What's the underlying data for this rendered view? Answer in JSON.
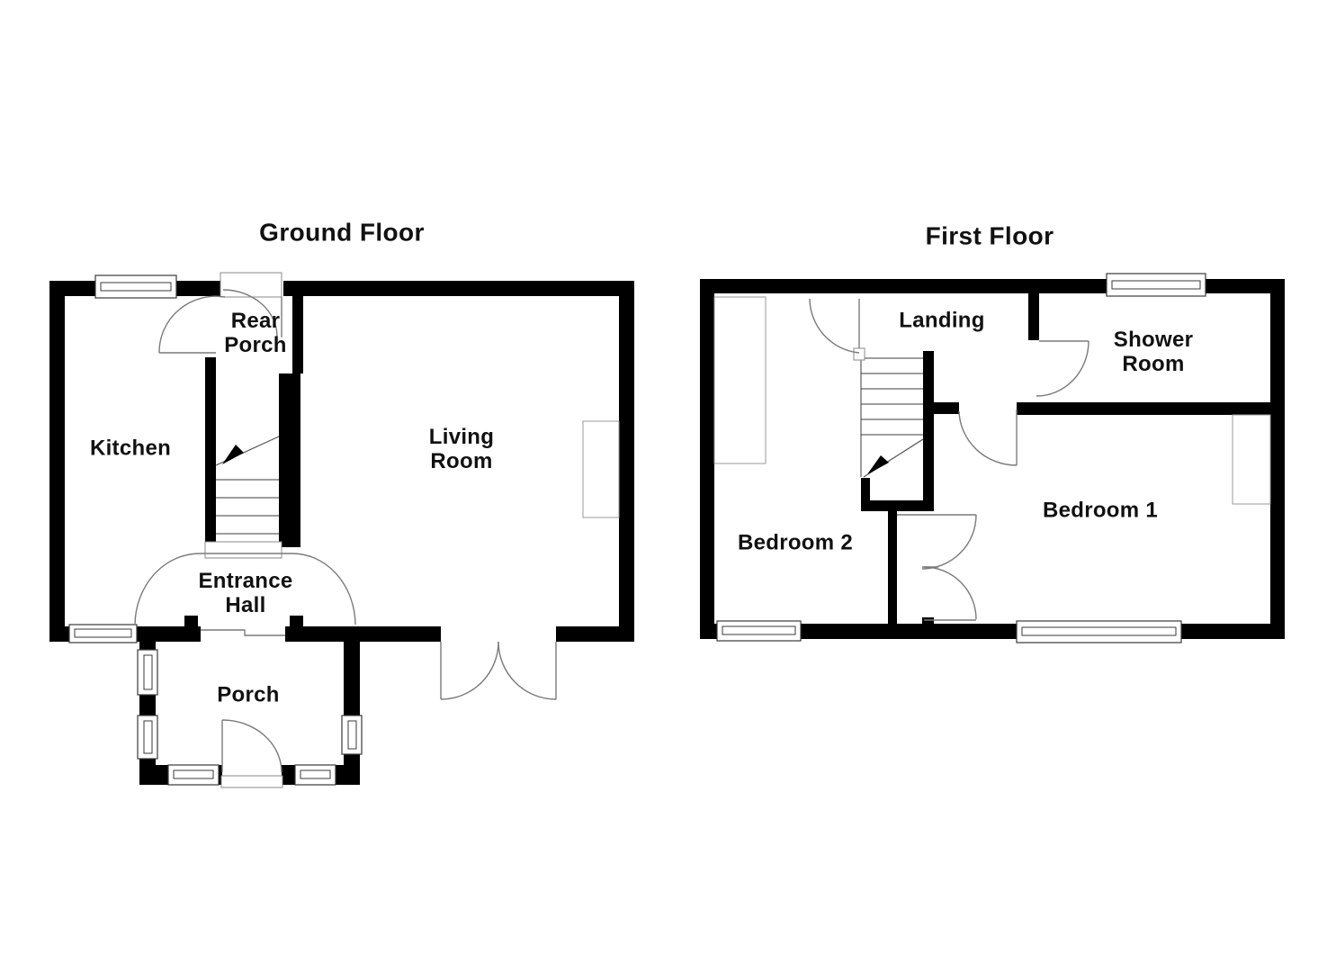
{
  "document": {
    "type": "floor-plan",
    "background": "#ffffff"
  },
  "colors": {
    "walls": "#000000",
    "door_lines": "#7a7a7a",
    "window_lines": "#3a3a3a",
    "text": "#111111"
  },
  "ground_floor": {
    "title": "Ground Floor",
    "rooms": {
      "rear_porch": "Rear\nPorch",
      "kitchen": "Kitchen",
      "living_room": "Living\nRoom",
      "entrance_hall": "Entrance\nHall",
      "porch": "Porch"
    }
  },
  "first_floor": {
    "title": "First Floor",
    "rooms": {
      "landing": "Landing",
      "shower_room": "Shower\nRoom",
      "bedroom_2": "Bedroom 2",
      "bedroom_1": "Bedroom 1"
    }
  }
}
